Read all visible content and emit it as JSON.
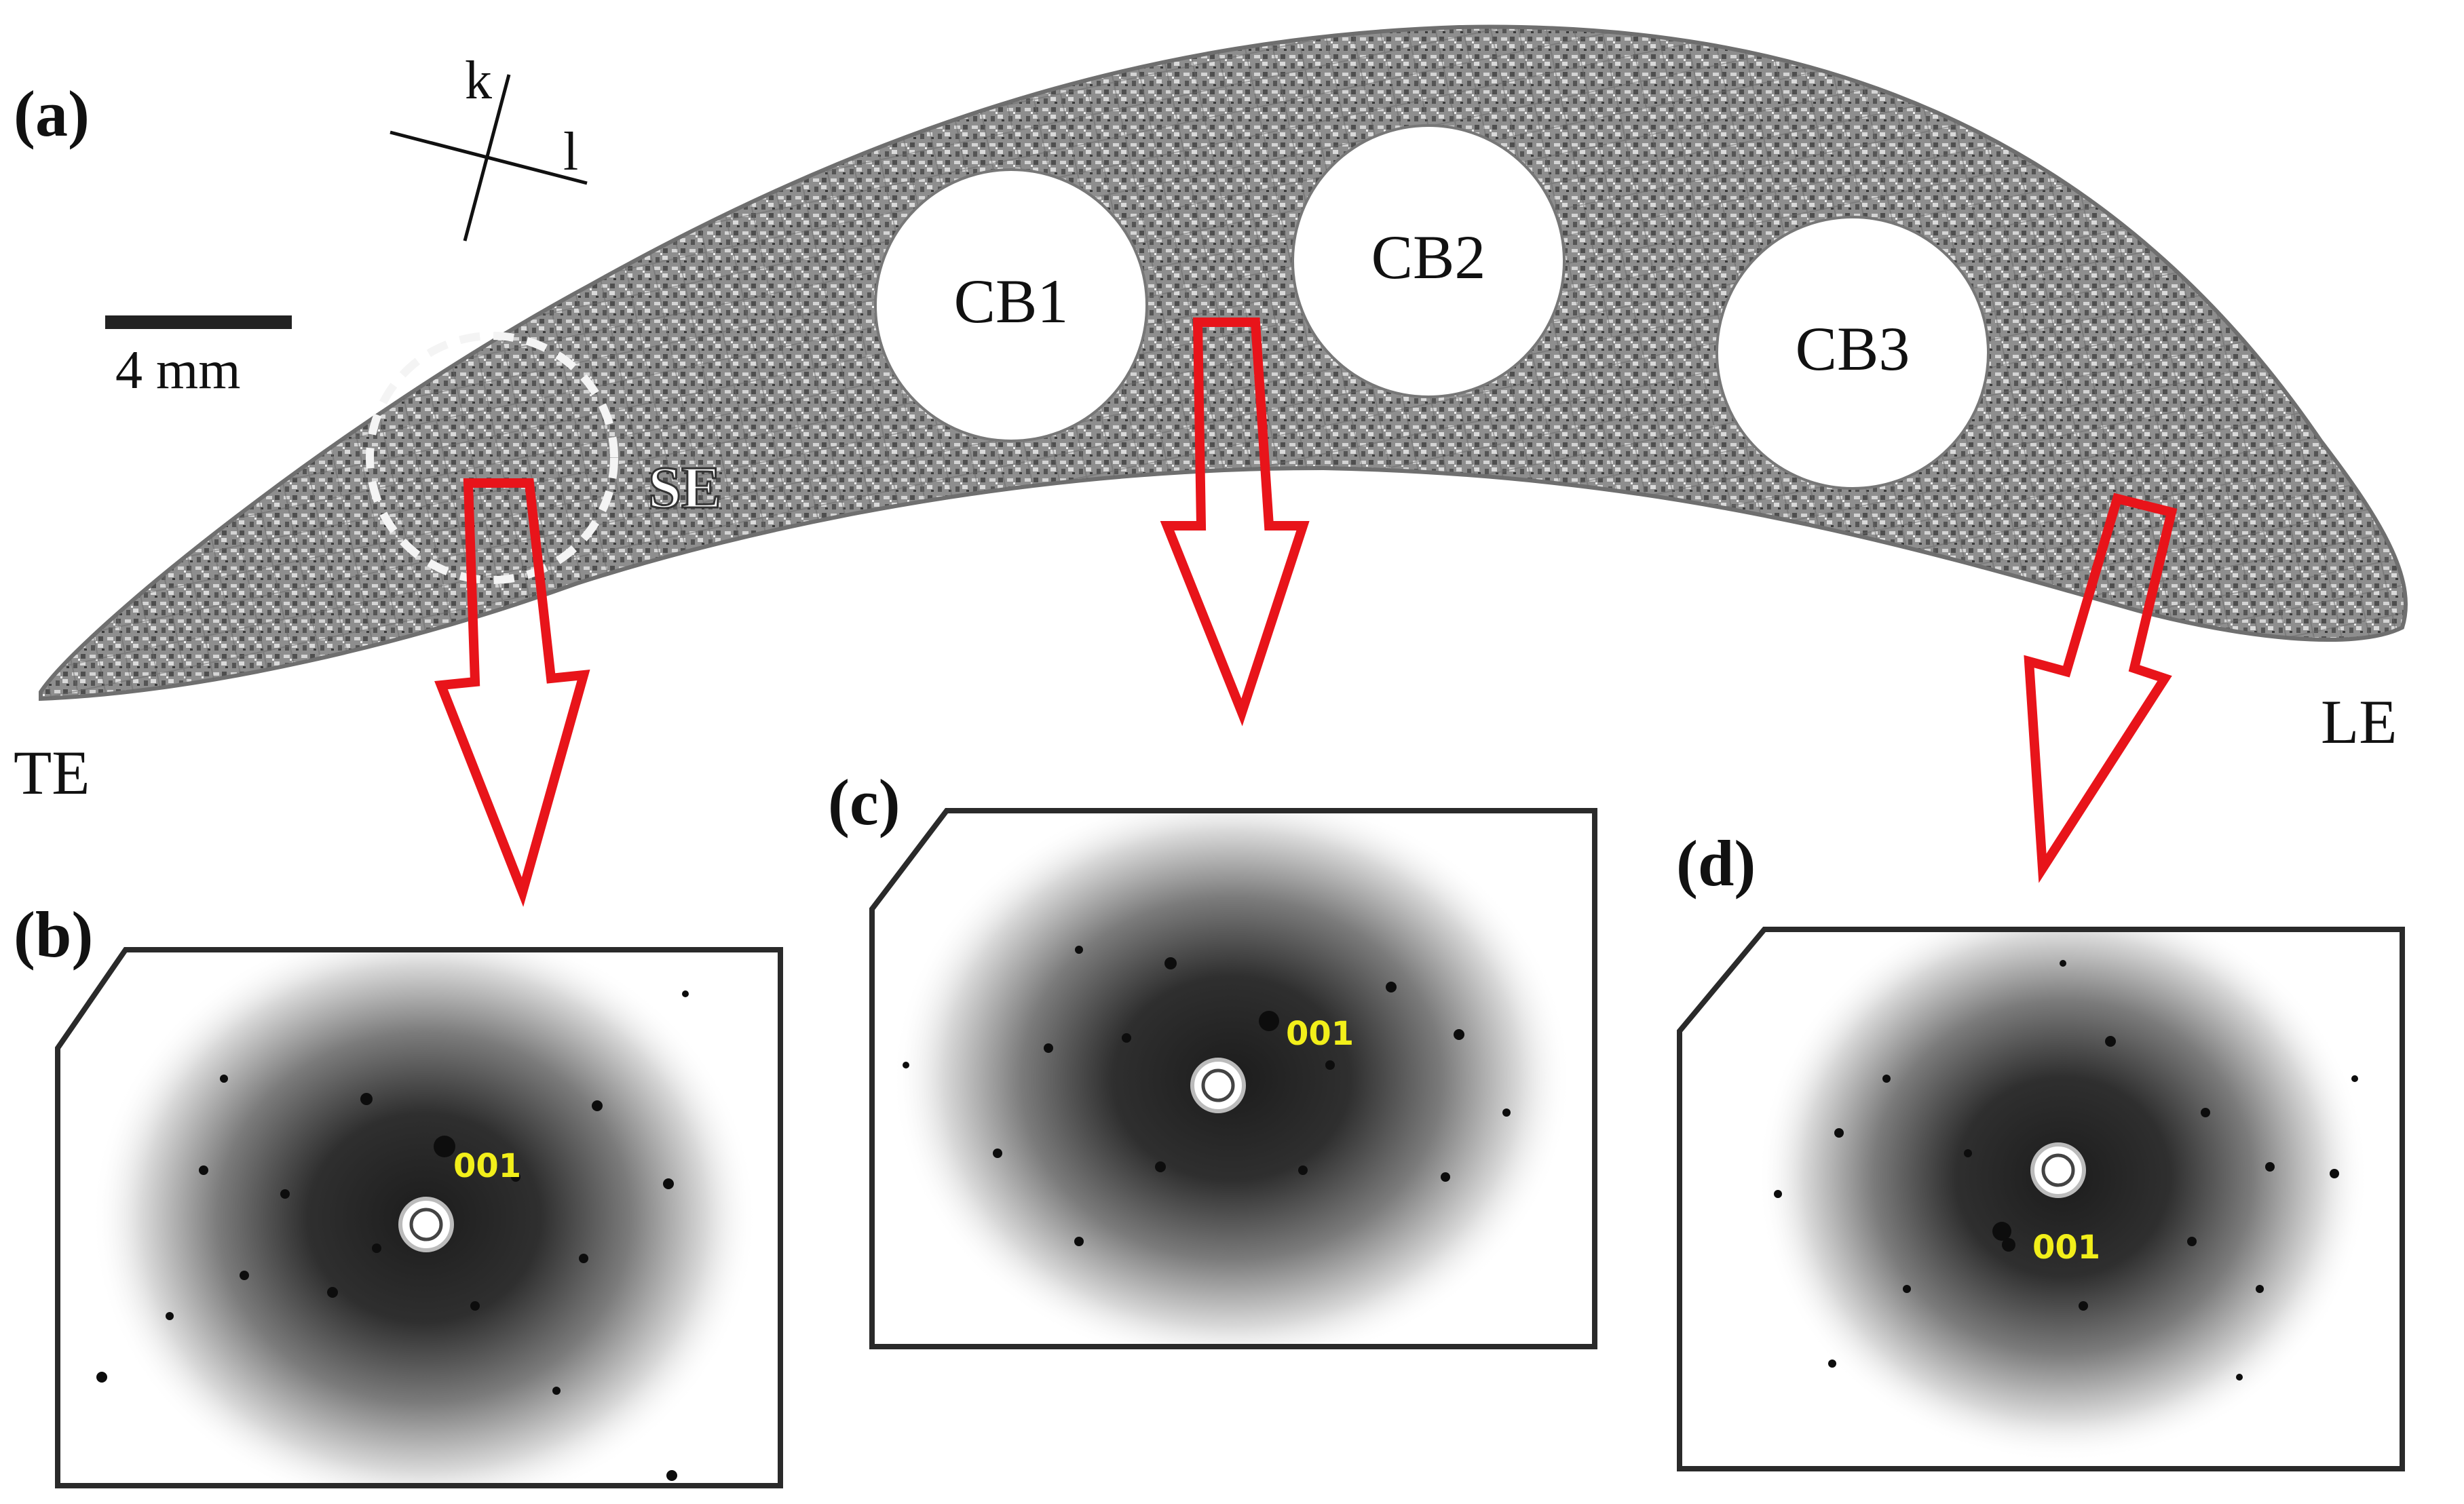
{
  "figure": {
    "panels": [
      {
        "id": "a",
        "label": "(a)"
      },
      {
        "id": "b",
        "label": "(b)"
      },
      {
        "id": "c",
        "label": "(c)"
      },
      {
        "id": "d",
        "label": "(d)"
      }
    ],
    "axes": {
      "k": "k",
      "l": "l"
    },
    "scale_bar": {
      "label": "4 mm"
    },
    "blade": {
      "trailing_edge": "TE",
      "leading_edge": "LE",
      "region_label": "SE",
      "cooling_bores": [
        "CB1",
        "CB2",
        "CB3"
      ]
    },
    "diffraction": {
      "b": {
        "spot_label": "001"
      },
      "c": {
        "spot_label": "001"
      },
      "d": {
        "spot_label": "001"
      }
    },
    "colors": {
      "arrow": "#e8141a",
      "frame": "#2a2a2a",
      "spot_label": "#f2ef1a",
      "blade_fill": "#8c8c8c",
      "blade_outline": "#6f6f6f"
    }
  }
}
